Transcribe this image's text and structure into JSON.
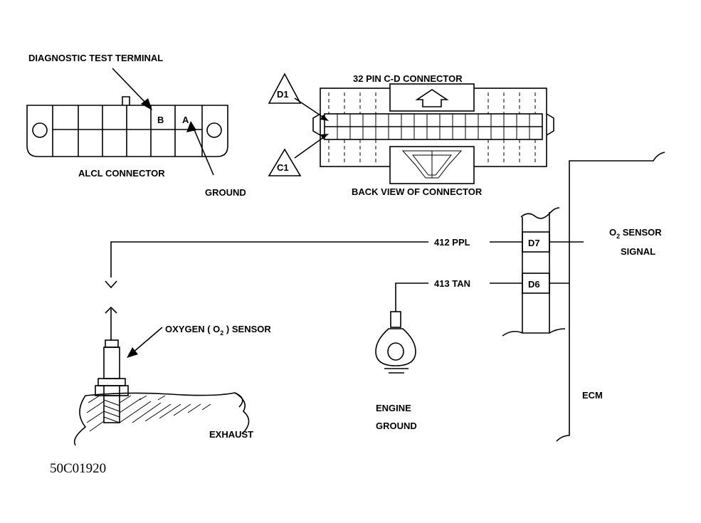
{
  "labels": {
    "diag_terminal": "DIAGNOSTIC TEST TERMINAL",
    "alcl_connector": "ALCL CONNECTOR",
    "ground": "GROUND",
    "pin_b": "B",
    "pin_a": "A",
    "cd_connector": "32 PIN C-D CONNECTOR",
    "d1": "D1",
    "c1": "C1",
    "back_view": "BACK VIEW OF CONNECTOR",
    "wire_412": "412 PPL",
    "wire_413": "413 TAN",
    "pin_d7": "D7",
    "pin_d6": "D6",
    "o2_sensor_signal_1": "O",
    "o2_sensor_signal_sub": "2",
    "o2_sensor_signal_2": " SENSOR",
    "signal": "SIGNAL",
    "oxygen_sensor_1": "OXYGEN ( O",
    "oxygen_sensor_sub": "2",
    "oxygen_sensor_2": " ) SENSOR",
    "engine": "ENGINE",
    "engine_ground": "GROUND",
    "ecm": "ECM",
    "exhaust": "EXHAUST",
    "figure_id": "50C01920"
  }
}
